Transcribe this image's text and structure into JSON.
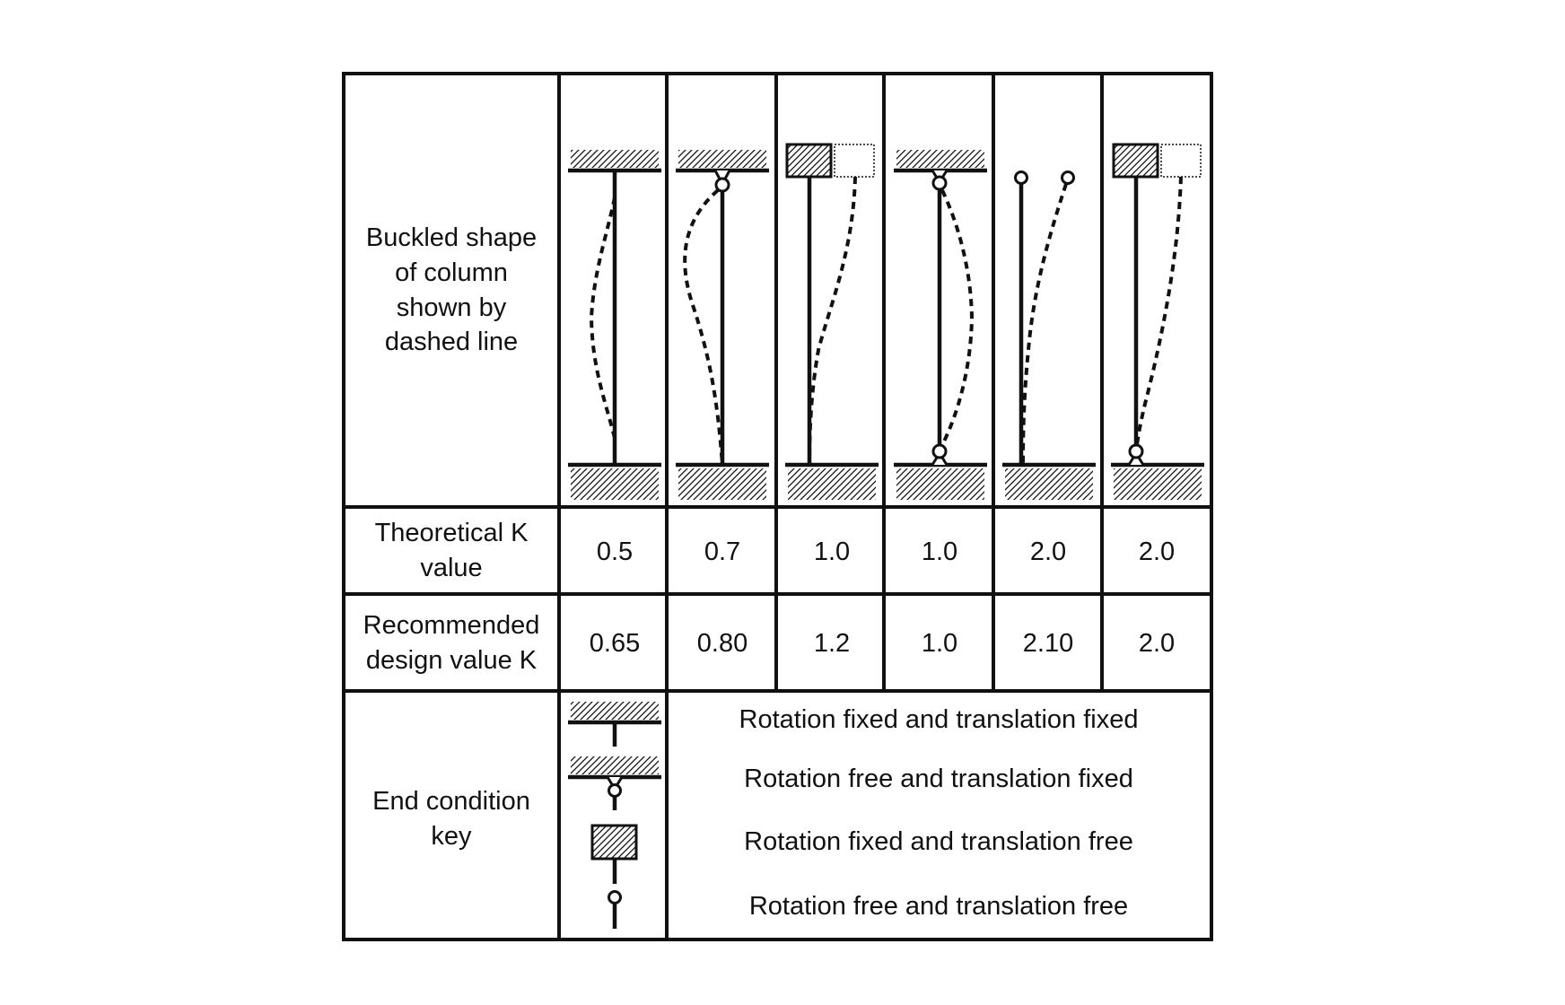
{
  "row_labels": {
    "buckled": [
      "Buckled shape",
      "of column",
      "shown by",
      "dashed line"
    ],
    "theoretical": [
      "Theoretical K",
      "value"
    ],
    "recommended": [
      "Recommended",
      "design value K"
    ],
    "key": [
      "End condition",
      "key"
    ]
  },
  "columns": [
    {
      "top": "fixed",
      "bottom": "fixed",
      "shape": "fixed-fixed",
      "theoretical_k": "0.5",
      "recommended_k": "0.65"
    },
    {
      "top": "pinned",
      "bottom": "fixed",
      "shape": "pinned-fixed",
      "theoretical_k": "0.7",
      "recommended_k": "0.80"
    },
    {
      "top": "guided",
      "bottom": "fixed",
      "shape": "guided-fixed",
      "theoretical_k": "1.0",
      "recommended_k": "1.2"
    },
    {
      "top": "pinned",
      "bottom": "pinned",
      "shape": "pinned-pinned",
      "theoretical_k": "1.0",
      "recommended_k": "1.0"
    },
    {
      "top": "free",
      "bottom": "fixed",
      "shape": "free-fixed",
      "theoretical_k": "2.0",
      "recommended_k": "2.10"
    },
    {
      "top": "guided",
      "bottom": "pinned",
      "shape": "guided-pinned",
      "theoretical_k": "2.0",
      "recommended_k": "2.0"
    }
  ],
  "key_entries": [
    {
      "symbol": "rotation-fixed-translation-fixed",
      "text": "Rotation fixed and translation fixed"
    },
    {
      "symbol": "rotation-free-translation-fixed",
      "text": "Rotation free and translation fixed"
    },
    {
      "symbol": "rotation-fixed-translation-free",
      "text": "Rotation fixed and translation free"
    },
    {
      "symbol": "rotation-free-translation-free",
      "text": "Rotation free and translation free"
    }
  ],
  "colors": {
    "line": "#111111",
    "background": "#ffffff"
  }
}
